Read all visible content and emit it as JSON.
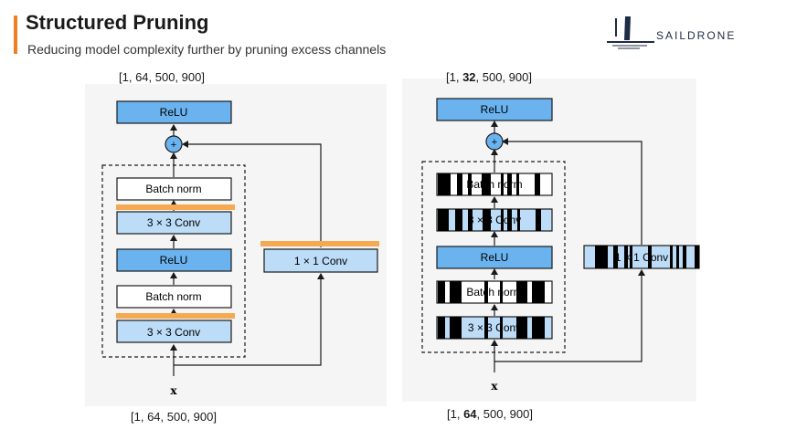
{
  "header": {
    "title": "Structured Pruning",
    "subtitle": "Reducing model complexity further by pruning excess channels"
  },
  "logo": {
    "text": "SAILDRONE"
  },
  "colors": {
    "accent": "#f07f22",
    "relu_fill": "#6ab3ef",
    "conv_fill": "#bcdcf7",
    "norm_fill": "#ffffff",
    "stroke": "#1a1a1a",
    "orange_bar": "#f5a951"
  },
  "left_diagram": {
    "top_dim": "[1, 64, 500, 900]",
    "bottom_dim": "[1, 64, 500, 900]",
    "relu_top": "ReLU",
    "add_symbol": "+",
    "blocks": [
      "Batch norm",
      "3 × 3 Conv",
      "ReLU",
      "Batch norm",
      "3 × 3 Conv"
    ],
    "shortcut": "1 × 1 Conv",
    "input": "x"
  },
  "right_diagram": {
    "top_dim_prefix": "[1, ",
    "top_dim_bold": "32",
    "top_dim_suffix": ", 500, 900]",
    "bottom_dim_prefix": "[1, ",
    "bottom_dim_bold": "64",
    "bottom_dim_suffix": ", 500, 900]",
    "relu_top": "ReLU",
    "add_symbol": "+",
    "blocks": [
      "Batch norm",
      "3 × 3 Conv",
      "ReLU",
      "Batch norm",
      "3 × 3 Conv"
    ],
    "shortcut": "1 × 1 Conv",
    "input": "x"
  }
}
